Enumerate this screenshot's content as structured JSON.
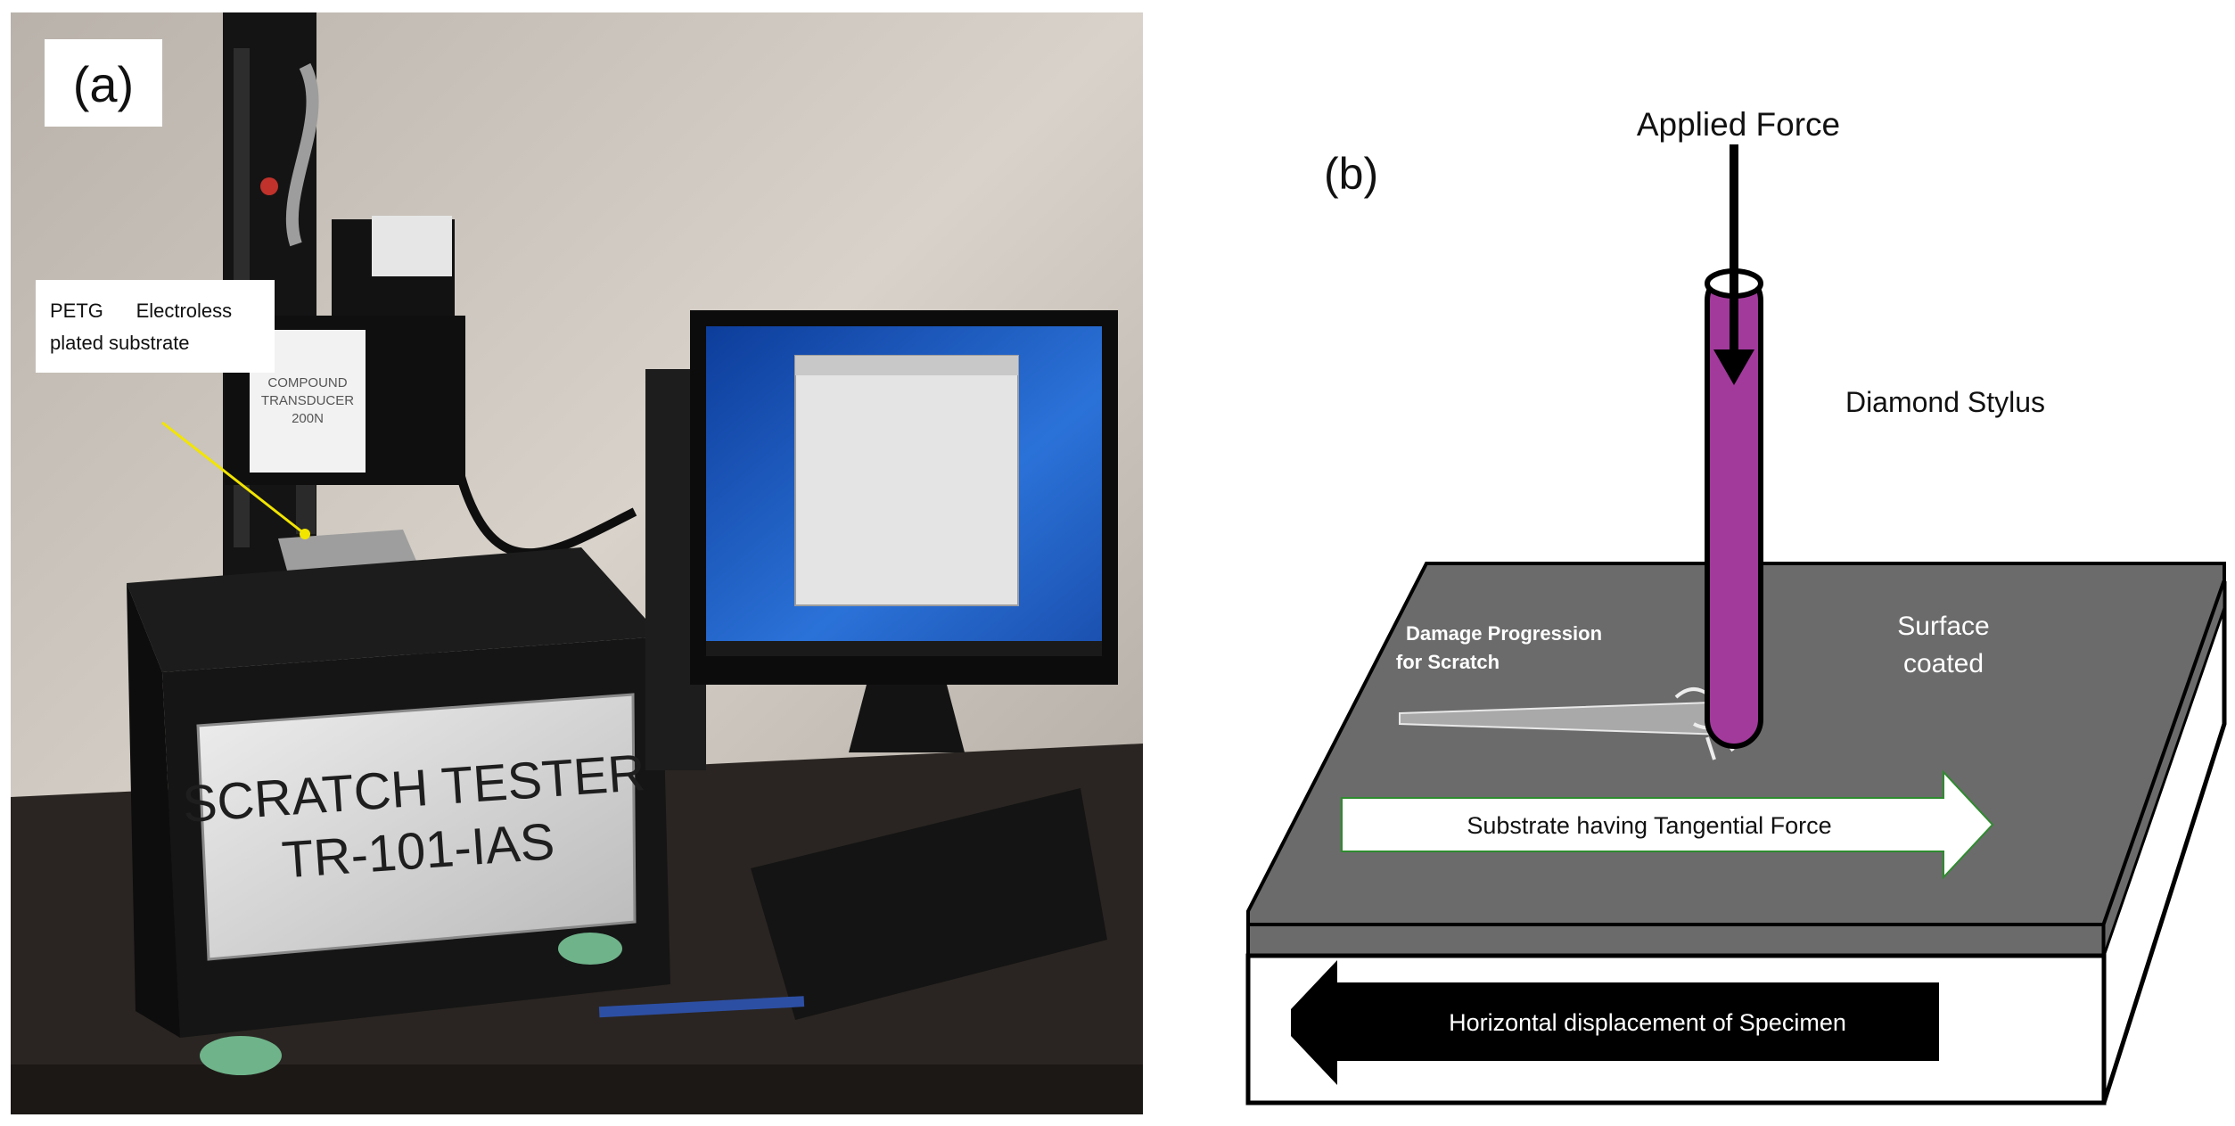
{
  "panel_a": {
    "label": "(a)",
    "annotation_line1": "PETG      Electroless",
    "annotation_line2": "plated substrate",
    "transducer_line1": "COMPOUND",
    "transducer_line2": "TRANSDUCER",
    "transducer_line3": "200N",
    "tester_line1": "SCRATCH TESTER",
    "tester_line2": "TR-101-IAS",
    "colors": {
      "cabinet": "#151515",
      "plate": "#d4d4d4",
      "wall": "#cfc8bf",
      "screen": "#1f5fc8"
    }
  },
  "panel_b": {
    "label": "(b)",
    "applied_force": "Applied Force",
    "stylus": "Diamond Stylus",
    "surface_line1": "Surface",
    "surface_line2": "coated",
    "damage_line1": "Damage Progression",
    "damage_line2": "for Scratch",
    "tangential": "Substrate having Tangential Force",
    "horizontal": "Horizontal displacement of Specimen",
    "colors": {
      "stylus": "#a23a9c",
      "top_surface": "#6b6b6b",
      "arrow_dark": "#000000",
      "arrow_light": "#ffffff"
    }
  }
}
